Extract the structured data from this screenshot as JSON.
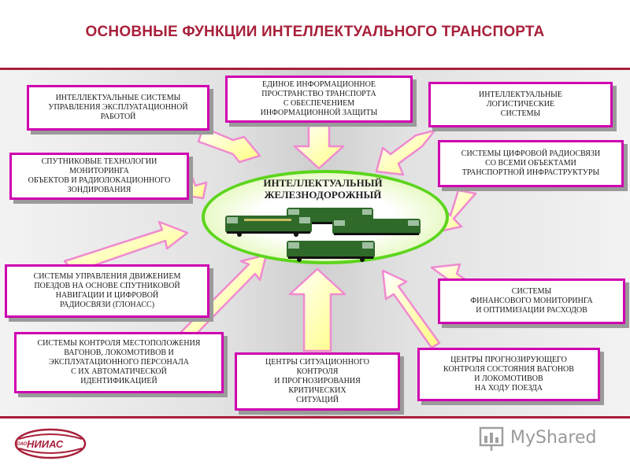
{
  "title": "ОСНОВНЫЕ ФУНКЦИИ ИНТЕЛЛЕКТУАЛЬНОГО ТРАНСПОРТА",
  "center": "ИНТЕЛЛЕКТУАЛЬНЫЙ\nЖЕЛЕЗНОДОРОЖНЫЙ",
  "boxes": [
    "ИНТЕЛЛЕКТУАЛЬНЫЕ СИСТЕМЫ\nУПРАВЛЕНИЯ ЭКСПЛУАТАЦИОННОЙ\nРАБОТОЙ",
    "ЕДИНОЕ ИНФОРМАЦИОННОЕ\nПРОСТРАНСТВО ТРАНСПОРТА\nС ОБЕСПЕЧЕНИЕМ\nИНФОРМАЦИОННОЙ ЗАЩИТЫ",
    "ИНТЕЛЛЕКТУАЛЬНЫЕ\nЛОГИСТИЧЕСКИЕ\nСИСТЕМЫ",
    "СПУТНИКОВЫЕ ТЕХНОЛОГИИ\nМОНИТОРИНГА\nОБЪЕКТОВ И РАДИОЛОКАЦИОННОГО\nЗОНДИРОВАНИЯ",
    "СИСТЕМЫ ЦИФРОВОЙ РАДИОСВЯЗИ\nСО ВСЕМИ ОБЪЕКТАМИ\nТРАНСПОРТНОЙ ИНФРАСТРУКТУРЫ",
    "СИСТЕМЫ УПРАВЛЕНИЯ ДВИЖЕНИЕМ\nПОЕЗДОВ НА ОСНОВЕ СПУТНИКОВОЙ\nНАВИГАЦИИ И ЦИФРОВОЙ\nРАДИОСВЯЗИ (ГЛОНАСС)",
    "СИСТЕМЫ\nФИНАНСОВОГО МОНИТОРИНГА\nИ ОПТИМИЗАЦИИ РАСХОДОВ",
    "СИСТЕМЫ КОНТРОЛЯ МЕСТОПОЛОЖЕНИЯ\nВАГОНОВ, ЛОКОМОТИВОВ И\nЭКСПЛУАТАЦИОННОГО ПЕРСОНАЛА\nС ИХ АВТОМАТИЧЕСКОЙ\nИДЕНТИФИКАЦИЕЙ",
    "ЦЕНТРЫ СИТУАЦИОННОГО\nКОНТРОЛЯ\nИ ПРОГНОЗИРОВАНИЯ\nКРИТИЧЕСКИХ\nСИТУАЦИЙ",
    "ЦЕНТРЫ ПРОГНОЗИРУЮЩЕГО\nКОНТРОЛЯ СОСТОЯНИЯ ВАГОНОВ\nИ ЛОКОМОТИВОВ\nНА ХОДУ ПОЕЗДА"
  ],
  "logo": {
    "text": "НИИАС",
    "small": "ОАО"
  },
  "watermark": "MyShared",
  "colors": {
    "title": "#a8203a",
    "box_border": "#d000b0",
    "ellipse_border": "#5cd51c",
    "arrow_fill": "#ffffa0",
    "arrow_stroke": "#f08ad0",
    "train": "#2f6a2a"
  }
}
